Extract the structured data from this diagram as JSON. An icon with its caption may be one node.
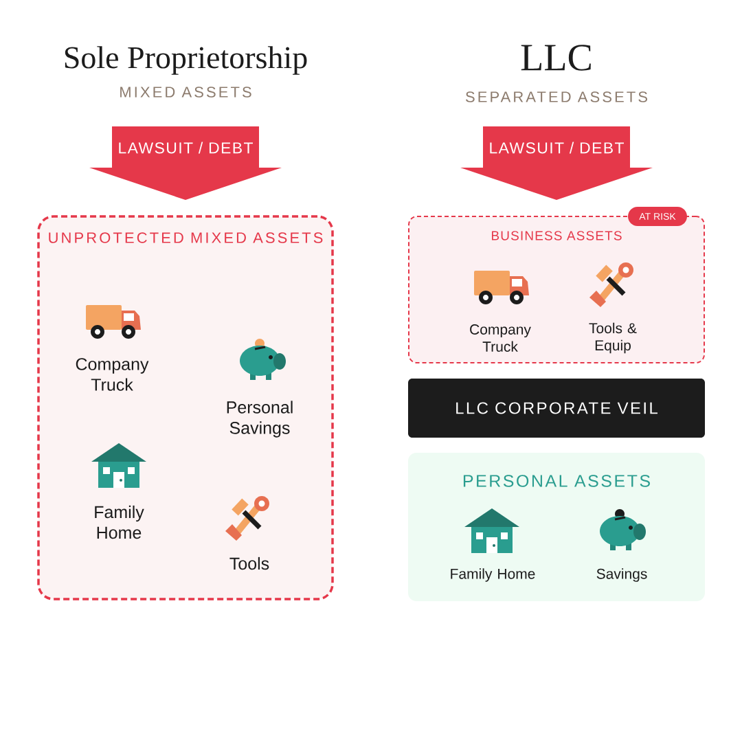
{
  "diagram": {
    "nodes": [
      {
        "text": [
          "LAWSUIT / DEBT"
        ]
      },
      {
        "text": [
          "UNPROTECTED MIXED ASSETS"
        ]
      },
      {
        "text": [
          "Company Truck"
        ],
        "in": 1
      },
      {
        "text": [
          "Personal Savings"
        ],
        "in": 1
      },
      {
        "text": [
          "Family Home"
        ],
        "in": 1
      },
      {
        "text": [
          "Tools"
        ],
        "in": 1
      },
      {
        "text": [
          "LAWSUIT / DEBT"
        ]
      },
      {
        "text": [
          "BUSINESS ASSETS"
        ]
      },
      {
        "text": [
          "AT RISK"
        ]
      },
      {
        "text": [
          "Company Truck"
        ],
        "in": 7
      },
      {
        "text": [
          "Tools & Equip"
        ],
        "in": 7
      },
      {
        "text": [
          "LLC CORPORATE VEIL"
        ]
      },
      {
        "text": [
          "PERSONAL ASSETS"
        ]
      },
      {
        "text": [
          "Family Home"
        ],
        "in": 12
      },
      {
        "text": [
          "Savings"
        ],
        "in": 12
      }
    ],
    "labels": [
      "Sole Proprietorship",
      "MIXED ASSETS",
      "LLC",
      "SEPARATED ASSETS"
    ]
  }
}
